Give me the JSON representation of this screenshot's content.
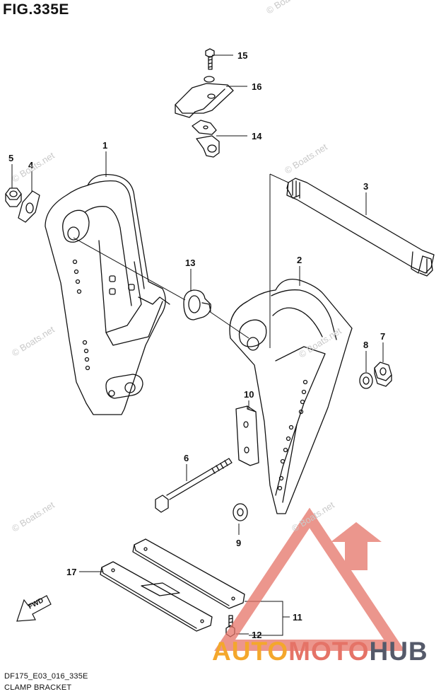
{
  "figure": {
    "title": "FIG.335E",
    "code": "DF175_E03_016_335E",
    "caption": "CLAMP BRACKET"
  },
  "watermark": "© Boats.net",
  "brand": {
    "part1": "AUTO",
    "part2": "MOTO",
    "part3": "HUB",
    "colors": {
      "auto": "#f4a72c",
      "moto": "#e57367",
      "hub": "#555a6a",
      "logo": "#e57367"
    }
  },
  "fwd_label": "FWD",
  "callouts": {
    "p1": "1",
    "p2": "2",
    "p3": "3",
    "p4": "4",
    "p5": "5",
    "p6": "6",
    "p7": "7",
    "p8": "8",
    "p9": "9",
    "p10": "10",
    "p11": "11",
    "p12": "12",
    "p13": "13",
    "p14": "14",
    "p15": "15",
    "p16": "16",
    "p17": "17"
  }
}
